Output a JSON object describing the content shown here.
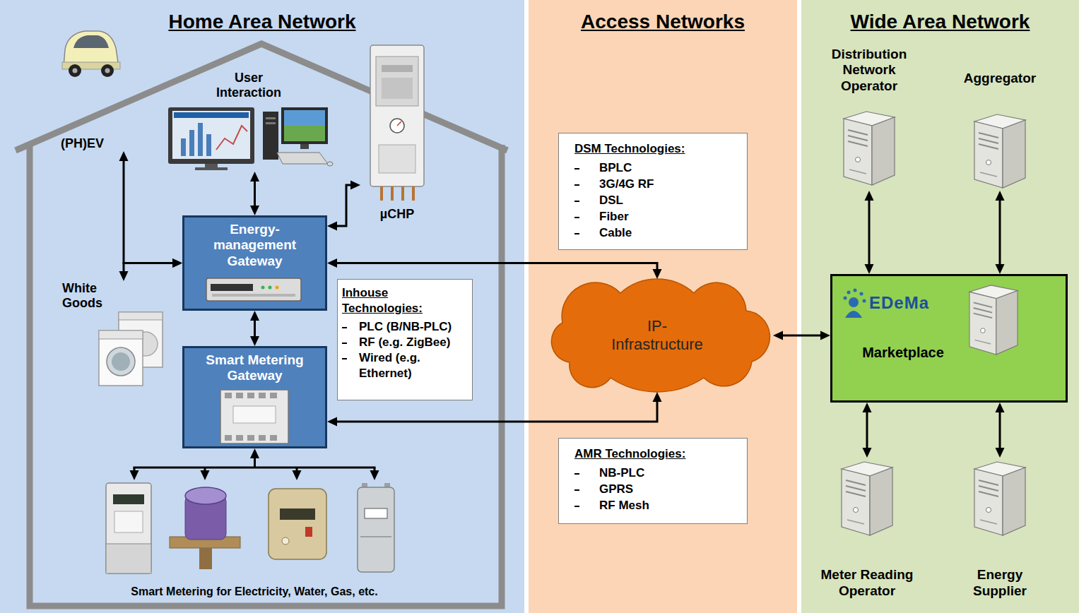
{
  "diagram": {
    "nodes": [
      {
        "text": [
          "Home Area Network"
        ]
      },
      {
        "text": [
          "User Interaction"
        ],
        "in": 0
      },
      {
        "text": [
          "µCHP"
        ],
        "in": 0
      },
      {
        "text": [
          "(PH)EV"
        ],
        "in": 0
      },
      {
        "text": [
          "Energy- management Gateway"
        ],
        "in": 0
      },
      {
        "text": [
          "White Goods"
        ],
        "in": 0
      },
      {
        "text": [
          "Inhouse Technologies:",
          "PLC (B/NB-PLC)",
          "RF (e.g. ZigBee)",
          "Wired (e.g. Ethernet)"
        ],
        "in": 0
      },
      {
        "text": [
          "Smart Metering Gateway"
        ],
        "in": 0
      },
      {
        "text": [
          "Smart Metering for Electricity, Water, Gas, etc."
        ],
        "in": 0
      },
      {
        "text": [
          "Access Networks"
        ]
      },
      {
        "text": [
          "DSM Technologies:",
          "BPLC",
          "3G/4G RF",
          "DSL",
          "Fiber",
          "Cable"
        ],
        "in": 9
      },
      {
        "text": [
          "IP- Infrastructure"
        ],
        "in": 9
      },
      {
        "text": [
          "AMR Technologies:",
          "NB-PLC",
          "GPRS",
          "RF Mesh"
        ],
        "in": 9
      },
      {
        "text": [
          "Wide Area Network"
        ]
      },
      {
        "text": [
          "Distribution Network Operator"
        ],
        "in": 13
      },
      {
        "text": [
          "Aggregator"
        ],
        "in": 13
      },
      {
        "text": [
          "EDeMa",
          "Marketplace"
        ],
        "in": 13
      },
      {
        "text": [
          "Meter Reading Operator"
        ],
        "in": 13
      },
      {
        "text": [
          "Energy Supplier"
        ],
        "in": 13
      }
    ],
    "edges": [
      {
        "from": 1,
        "to": 4,
        "arrow": "both"
      },
      {
        "from": 4,
        "to": 2,
        "arrow": "both"
      },
      {
        "from": 3,
        "to": 4,
        "arrow": "both"
      },
      {
        "from": 5,
        "to": 4,
        "arrow": "both"
      },
      {
        "from": 4,
        "to": 7,
        "arrow": "both"
      },
      {
        "from": 7,
        "to": 8,
        "arrow": "both"
      },
      {
        "from": 4,
        "to": 11,
        "arrow": "both"
      },
      {
        "from": 7,
        "to": 11,
        "arrow": "both"
      },
      {
        "from": 11,
        "to": 16,
        "arrow": "both"
      },
      {
        "from": 14,
        "to": 16,
        "arrow": "both"
      },
      {
        "from": 15,
        "to": 16,
        "arrow": "both"
      },
      {
        "from": 17,
        "to": 16,
        "arrow": "both"
      },
      {
        "from": 18,
        "to": 16,
        "arrow": "both"
      }
    ]
  }
}
